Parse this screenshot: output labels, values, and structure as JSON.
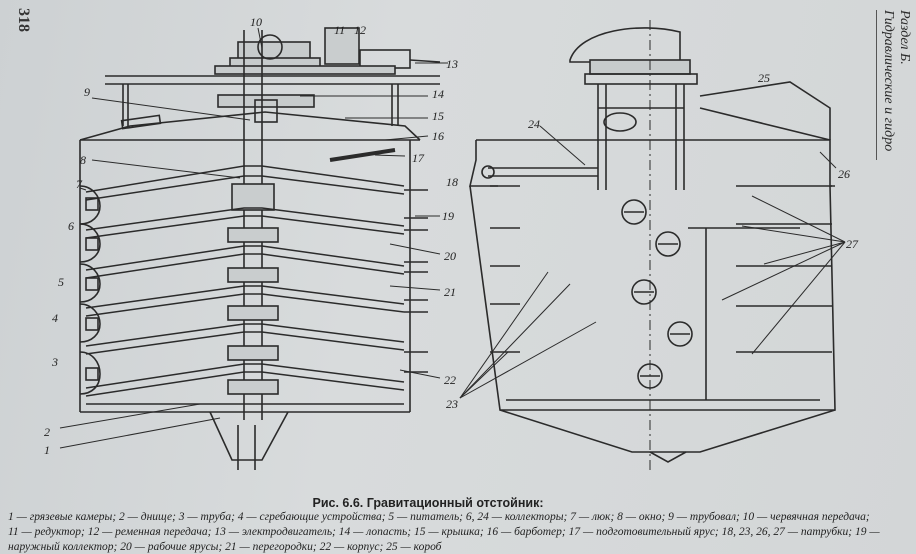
{
  "page": {
    "number": "318",
    "header": "Раздел Б. Гидравлические и гидро"
  },
  "figure": {
    "callouts": {
      "c1": "1",
      "c2": "2",
      "c3": "3",
      "c4": "4",
      "c5": "5",
      "c6": "6",
      "c7": "7",
      "c8": "8",
      "c9": "9",
      "c10": "10",
      "c11": "11",
      "c12": "12",
      "c13": "13",
      "c14": "14",
      "c15": "15",
      "c16": "16",
      "c17": "17",
      "c18": "18",
      "c19": "19",
      "c20": "20",
      "c21": "21",
      "c22": "22",
      "c23": "23",
      "c24": "24",
      "c25": "25",
      "c26": "26",
      "c27": "27"
    }
  },
  "caption": {
    "title": "Рис. 6.6. Гравитационный отстойник:",
    "lines": [
      "1 — грязевые камеры; 2 — днище; 3 — труба; 4 — сгребающие устройства; 5 — питатель; 6, 24 — коллекторы; 7 — люк; 8 — окно; 9 — трубовал; 10 — червячная передача;",
      "11 — редуктор; 12 — ременная передача; 13 — электродвигатель; 14 — лопасть; 15 — крышка; 16 — барботер; 17 — подготовительный ярус; 18, 23, 26, 27 — патрубки; 19 —",
      "наружный коллектор; 20 — рабочие ярусы; 21 — перегородки; 22 — корпус; 25 — короб"
    ]
  }
}
